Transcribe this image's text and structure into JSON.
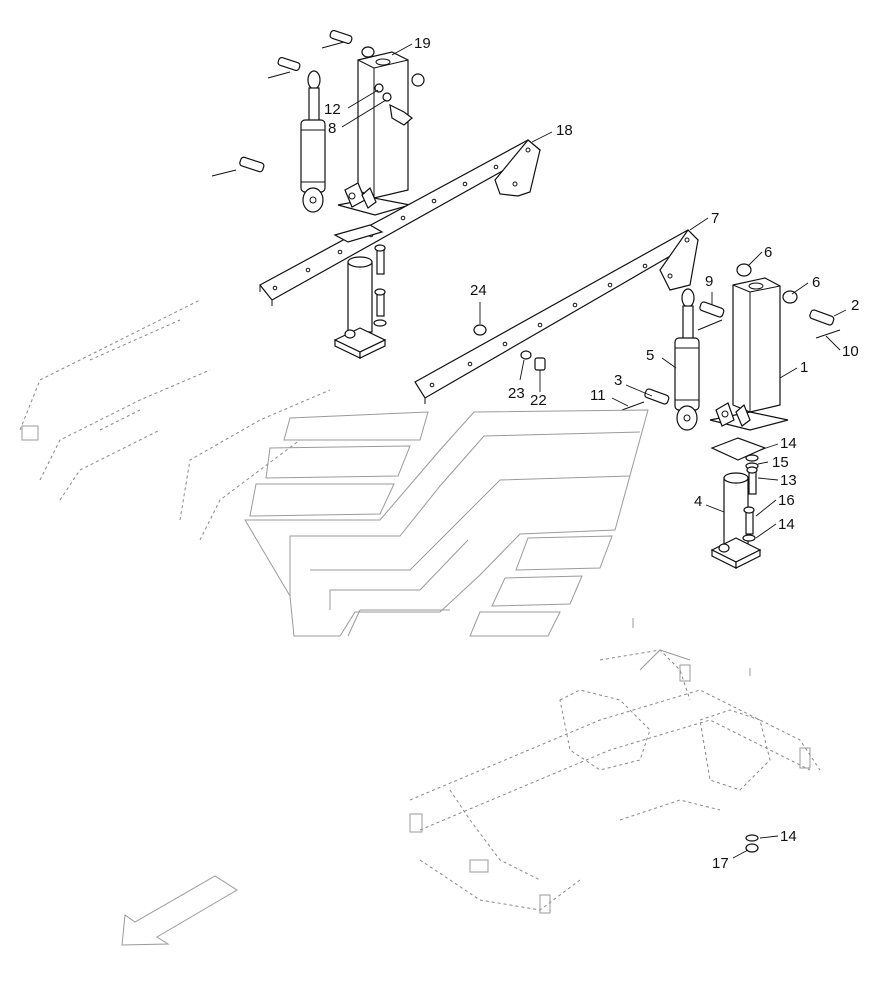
{
  "diagram": {
    "callouts": [
      {
        "id": "c19",
        "text": "19"
      },
      {
        "id": "c12",
        "text": "12"
      },
      {
        "id": "c8",
        "text": "8"
      },
      {
        "id": "c18",
        "text": "18"
      },
      {
        "id": "c7",
        "text": "7"
      },
      {
        "id": "c6a",
        "text": "6"
      },
      {
        "id": "c6b",
        "text": "6"
      },
      {
        "id": "c9",
        "text": "9"
      },
      {
        "id": "c2",
        "text": "2"
      },
      {
        "id": "c10",
        "text": "10"
      },
      {
        "id": "c24",
        "text": "24"
      },
      {
        "id": "c1",
        "text": "1"
      },
      {
        "id": "c5",
        "text": "5"
      },
      {
        "id": "c3",
        "text": "3"
      },
      {
        "id": "c11",
        "text": "11"
      },
      {
        "id": "c23",
        "text": "23"
      },
      {
        "id": "c22",
        "text": "22"
      },
      {
        "id": "c14a",
        "text": "14"
      },
      {
        "id": "c15",
        "text": "15"
      },
      {
        "id": "c13",
        "text": "13"
      },
      {
        "id": "c4",
        "text": "4"
      },
      {
        "id": "c16",
        "text": "16"
      },
      {
        "id": "c14b",
        "text": "14"
      },
      {
        "id": "c14c",
        "text": "14"
      },
      {
        "id": "c17",
        "text": "17"
      }
    ],
    "colors": {
      "line": "#111111",
      "ghost": "#888888",
      "background": "#ffffff"
    },
    "icons": [
      "direction-arrow-icon"
    ]
  }
}
